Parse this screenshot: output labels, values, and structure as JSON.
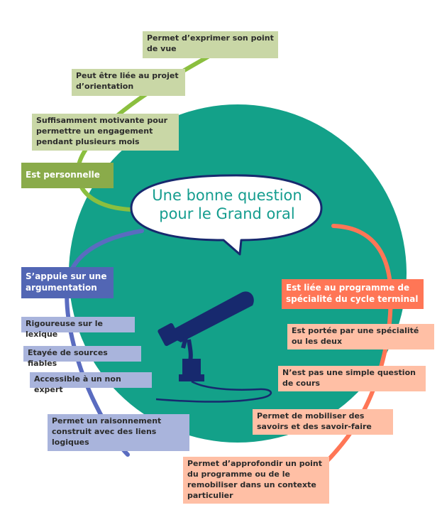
{
  "bubble": {
    "line1": "Une bonne question",
    "line2": "pour le Grand oral"
  },
  "green": {
    "heading": "Est personnelle",
    "items": [
      "Permet d’exprimer son point de vue",
      "Peut être liée au projet d’orientation",
      "Suffisamment motivante pour permettre un engagement pendant plusieurs mois"
    ]
  },
  "blue": {
    "heading": "S’appuie sur une argumentation",
    "items": [
      "Rigoureuse sur le lexique",
      "Etayée de sources fiables",
      "Accessible à un non expert",
      "Permet un raisonnement construit avec des liens logiques"
    ]
  },
  "red": {
    "heading": "Est liée au programme de spécialité du cycle terminal",
    "items": [
      "Est portée par une spécialité ou les deux",
      "N’est pas une simple question de cours",
      "Permet de mobiliser des savoirs et des savoir-faire",
      "Permet d’approfondir un point du programme ou de le remobiliser dans un contexte particulier"
    ]
  },
  "colors": {
    "circle": "#13a189",
    "green_line": "#8bbf3f",
    "blue_line": "#5a6cc0",
    "red_line": "#ff7656",
    "text_teal": "#159d8f",
    "mic": "#17296e"
  }
}
